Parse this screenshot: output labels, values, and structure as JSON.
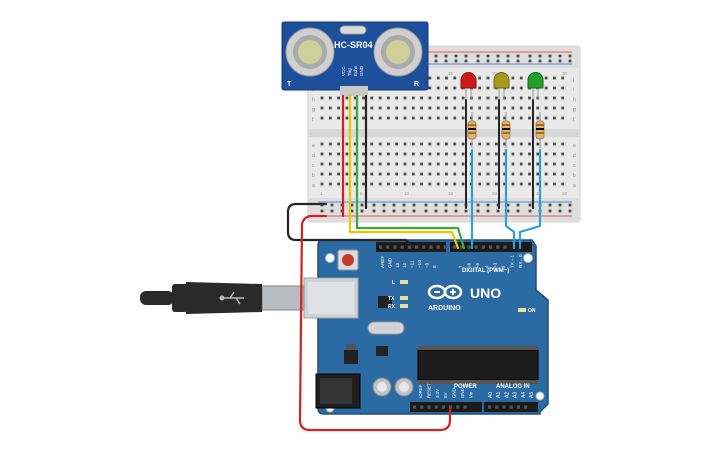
{
  "sensor": {
    "model": "HC-SR04",
    "pins": [
      "VCC",
      "Trig",
      "Echo",
      "GND"
    ],
    "corner_left": "T",
    "corner_right": "R"
  },
  "arduino": {
    "logo_text": "ARDUINO",
    "model": "UNO",
    "header_digital": "DIGITAL (PWM~)",
    "header_power": "POWER",
    "header_analog": "ANALOG IN",
    "led_labels": [
      "L",
      "TX",
      "RX",
      "ON"
    ],
    "digital_pins": [
      "AREF",
      "GND",
      "13",
      "12",
      "~11",
      "~10",
      "~9",
      "8",
      "7",
      "~6",
      "~5",
      "4",
      "~3",
      "2",
      "TX→1",
      "RX←0"
    ],
    "power_pins": [
      "IOREF",
      "RESET",
      "3.3V",
      "5V",
      "GND",
      "GND",
      "Vin"
    ],
    "analog_pins": [
      "A0",
      "A1",
      "A2",
      "A3",
      "A4",
      "A5"
    ]
  },
  "breadboard": {
    "row_letters_top": [
      "j",
      "i",
      "h",
      "g",
      "f"
    ],
    "row_letters_bottom": [
      "e",
      "d",
      "c",
      "b",
      "a"
    ],
    "column_numbers": [
      "1",
      "5",
      "10",
      "15",
      "20",
      "25",
      "30"
    ]
  },
  "leds": [
    {
      "name": "red",
      "color": "#cc1a1a"
    },
    {
      "name": "yellow",
      "color": "#a89a1c"
    },
    {
      "name": "green",
      "color": "#22a02a"
    }
  ],
  "wire_colors": {
    "red": "#d42020",
    "yellow": "#e6c800",
    "green": "#3aa83a",
    "black": "#262626",
    "blue": "#2ba0d6"
  }
}
